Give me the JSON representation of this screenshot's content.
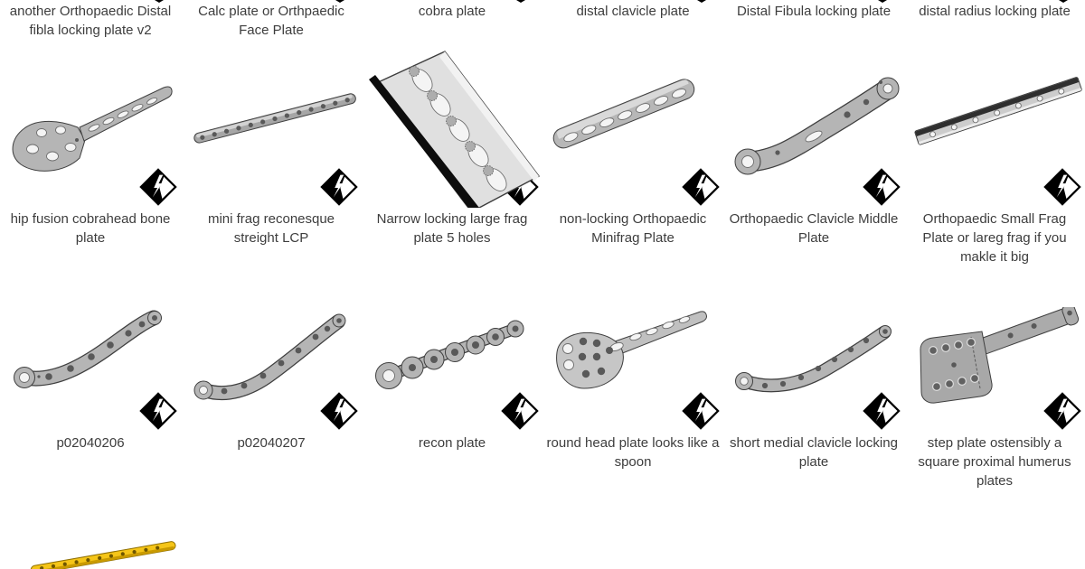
{
  "page": {
    "background": "#ffffff",
    "caption_color": "#3d3d3d"
  },
  "watermark": {
    "icon": "diamond-bolt-watermark-icon",
    "fill": "#000000",
    "background": "#ffffff"
  },
  "colors": {
    "plate_gray": "#b5b5b5",
    "plate_outline": "#3f3f3f",
    "big_plate_light": "#e0e0e0",
    "big_plate_shadow": "#0d0d0d",
    "yellow_plate": "#f5c518",
    "yellow_plate_shadow": "#c99a00"
  },
  "grid": {
    "columns": 6,
    "rows": [
      {
        "type": "captions-only-cropped-top",
        "items": [
          {
            "caption": "another Orthopaedic Distal fibla locking plate v2"
          },
          {
            "caption": "Calc plate or Orthpaedic Face Plate"
          },
          {
            "caption": "cobra plate"
          },
          {
            "caption": "distal clavicle plate"
          },
          {
            "caption": "Distal Fibula locking plate"
          },
          {
            "caption": "distal radius locking plate"
          }
        ]
      },
      {
        "type": "thumbnails-with-captions",
        "items": [
          {
            "caption": "hip fusion cobrahead bone plate",
            "thumbnail": "hip-fusion-cobrahead-bone-plate"
          },
          {
            "caption": "mini frag reconesque streight LCP",
            "thumbnail": "mini-frag-straight-lcp"
          },
          {
            "caption": "Narrow locking large frag plate 5 holes",
            "thumbnail": "narrow-locking-large-frag-plate"
          },
          {
            "caption": "non-locking Orthopaedic Minifrag Plate",
            "thumbnail": "non-locking-minifrag-plate"
          },
          {
            "caption": "Orthopaedic Clavicle Middle Plate",
            "thumbnail": "clavicle-middle-plate"
          },
          {
            "caption": "Orthopaedic Small Frag Plate or lareg frag if you makle it big",
            "thumbnail": "small-frag-angle-plate"
          }
        ]
      },
      {
        "type": "thumbnails-with-captions",
        "items": [
          {
            "caption": "p02040206",
            "thumbnail": "curved-plate-p02040206"
          },
          {
            "caption": "p02040207",
            "thumbnail": "curved-plate-p02040207"
          },
          {
            "caption": "recon plate",
            "thumbnail": "recon-plate"
          },
          {
            "caption": "round head plate looks like a spoon",
            "thumbnail": "round-head-spoon-plate"
          },
          {
            "caption": "short medial clavicle locking plate",
            "thumbnail": "short-medial-clavicle-plate"
          },
          {
            "caption": "step plate ostensibly a square proximal humerus plates",
            "thumbnail": "step-plate-proximal-humerus"
          }
        ]
      },
      {
        "type": "thumbnails-cropped-bottom",
        "items": [
          {
            "thumbnail": "yellow-narrow-locking-plate-partial"
          }
        ]
      }
    ]
  }
}
